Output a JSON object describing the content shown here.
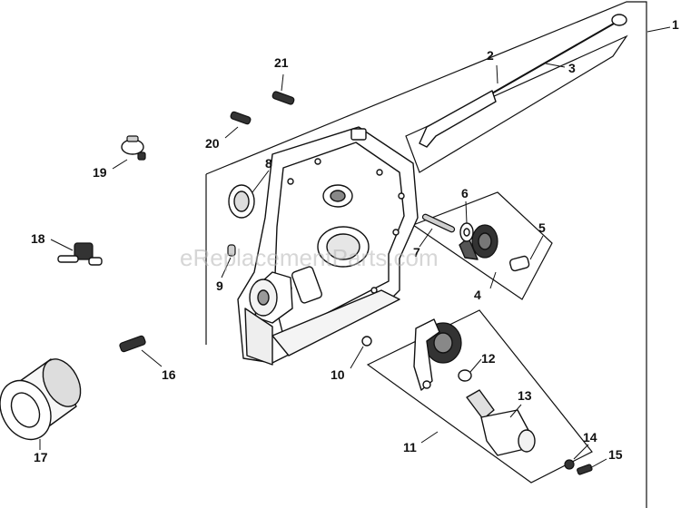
{
  "watermark": "eReplacementParts.com",
  "callouts": {
    "c1": "1",
    "c2": "2",
    "c3": "3",
    "c4": "4",
    "c5": "5",
    "c6": "6",
    "c7": "7",
    "c8": "8",
    "c9": "9",
    "c10": "10",
    "c11": "11",
    "c12": "12",
    "c13": "13",
    "c14": "14",
    "c15": "15",
    "c16": "16",
    "c17": "17",
    "c18": "18",
    "c19": "19",
    "c20": "20",
    "c21": "21"
  }
}
